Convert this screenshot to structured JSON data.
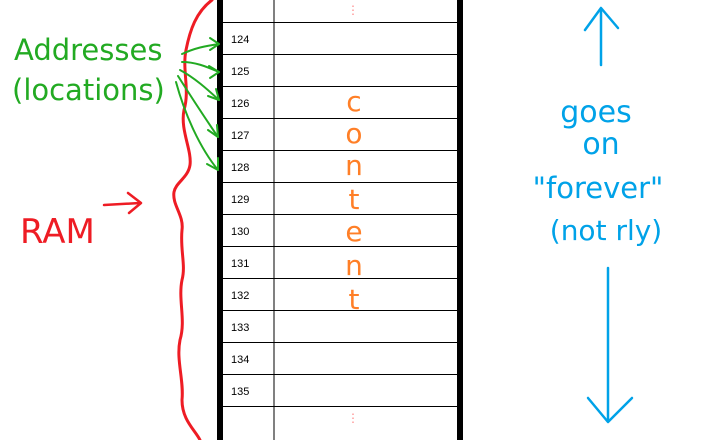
{
  "memory_table": {
    "top_ellipsis": "⋮",
    "bottom_ellipsis": "⋮",
    "rows": [
      {
        "address": "124",
        "content": ""
      },
      {
        "address": "125",
        "content": ""
      },
      {
        "address": "126",
        "content": "c"
      },
      {
        "address": "127",
        "content": "o"
      },
      {
        "address": "128",
        "content": "n"
      },
      {
        "address": "129",
        "content": "t"
      },
      {
        "address": "130",
        "content": "e"
      },
      {
        "address": "131",
        "content": "n"
      },
      {
        "address": "132",
        "content": "t"
      },
      {
        "address": "133",
        "content": ""
      },
      {
        "address": "134",
        "content": ""
      },
      {
        "address": "135",
        "content": ""
      }
    ]
  },
  "annotations": {
    "addresses_line1": "Addresses",
    "addresses_line2": "(locations)",
    "ram_label": "RAM",
    "goes_on_line1": "goes",
    "goes_on_line2": "on",
    "forever_line": "\"forever\"",
    "not_rly_line": "(not rly)"
  },
  "colors": {
    "addresses_green": "#22aa22",
    "ram_red": "#ee1c24",
    "content_orange": "#ff7f27",
    "goes_on_blue": "#00a2e8",
    "ellipsis_pink": "#ff8888",
    "table_black": "#000000"
  }
}
